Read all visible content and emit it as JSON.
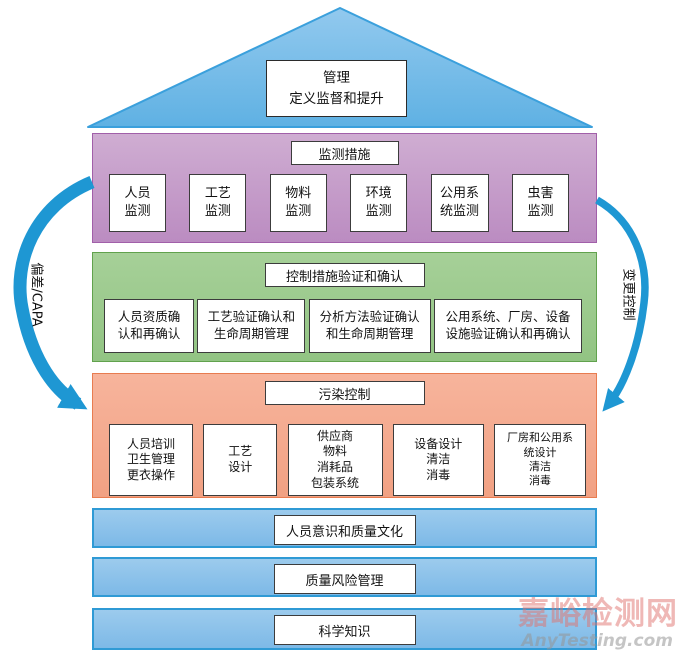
{
  "roof": {
    "lines": [
      "管理",
      "定义监督和提升"
    ]
  },
  "arrows": {
    "left_label": "偏差/CAPA",
    "right_label": "变更控制"
  },
  "monitoring_band": {
    "title": "监测措施",
    "items": [
      {
        "lines": [
          "人员",
          "监测"
        ]
      },
      {
        "lines": [
          "工艺",
          "监测"
        ]
      },
      {
        "lines": [
          "物料",
          "监测"
        ]
      },
      {
        "lines": [
          "环境",
          "监测"
        ]
      },
      {
        "lines": [
          "公用系",
          "统监测"
        ]
      },
      {
        "lines": [
          "虫害",
          "监测"
        ]
      }
    ]
  },
  "validation_band": {
    "title": "控制措施验证和确认",
    "items": [
      {
        "lines": [
          "人员资质确",
          "认和再确认"
        ]
      },
      {
        "lines": [
          "工艺验证确认和",
          "生命周期管理"
        ]
      },
      {
        "lines": [
          "分析方法验证确认",
          "和生命周期管理"
        ]
      },
      {
        "lines": [
          "公用系统、厂房、设备",
          "设施验证确认和再确认"
        ]
      }
    ]
  },
  "contamination_band": {
    "title": "污染控制",
    "items": [
      {
        "lines": [
          "人员培训",
          "卫生管理",
          "更衣操作"
        ]
      },
      {
        "lines": [
          "工艺",
          "设计"
        ]
      },
      {
        "lines": [
          "供应商",
          "物料",
          "消耗品",
          "包装系统"
        ]
      },
      {
        "lines": [
          "设备设计",
          "清洁",
          "消毒"
        ]
      },
      {
        "lines": [
          "厂房和公用系",
          "统设计",
          "清洁",
          "消毒"
        ]
      }
    ]
  },
  "foundation_bands": [
    {
      "title": "人员意识和质量文化"
    },
    {
      "title": "质量风险管理"
    },
    {
      "title": "科学知识"
    }
  ],
  "watermark": {
    "site_name": "嘉峪检测网",
    "site_domain": "AnyTesting.com"
  },
  "colors": {
    "roof_blue": "#6fb6e6",
    "monitoring_purple": "#c49ac6",
    "validation_green": "#9cca8d",
    "contamination_orange": "#f4ab90",
    "foundation_blue": "#8cc1ea",
    "arrow_blue": "#1e97d3"
  }
}
